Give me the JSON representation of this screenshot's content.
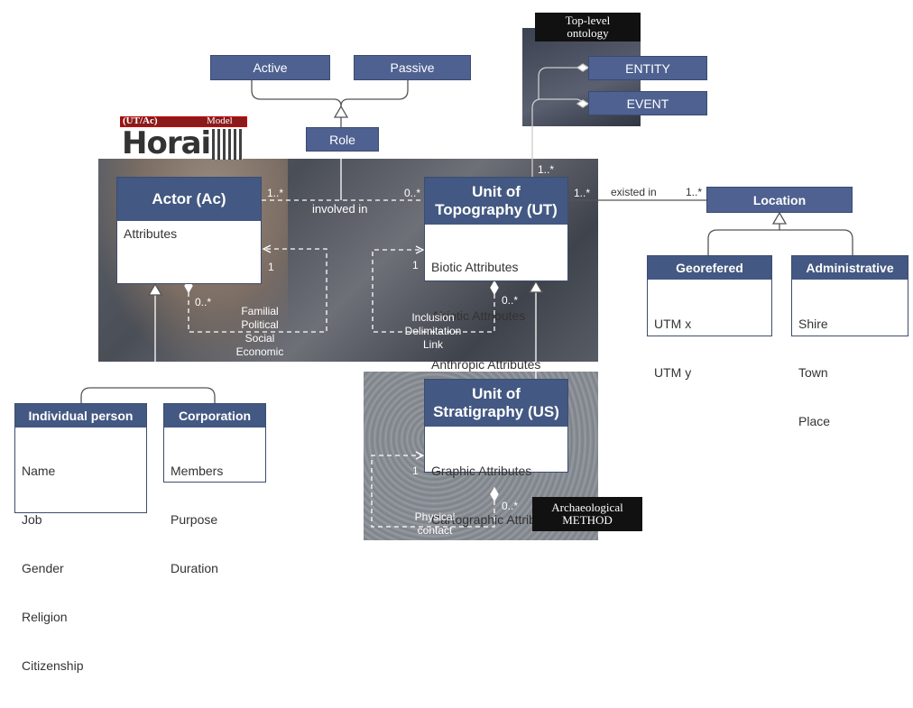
{
  "logo": {
    "tag": "(UT/Ac)",
    "tag2": "Model",
    "word": "Horai"
  },
  "top_level": {
    "line1": "Top-level",
    "line2": "ontology",
    "entity": "ENTITY",
    "event": "EVENT"
  },
  "archaeological": {
    "line1": "Archaeological",
    "line2": "METHOD"
  },
  "roles": {
    "active": "Active",
    "passive": "Passive",
    "role": "Role"
  },
  "actor": {
    "title": "Actor (Ac)",
    "body": "Attributes"
  },
  "ut": {
    "title_line1": "Unit of",
    "title_line2": "Topography (UT)",
    "attrs": [
      "Biotic Attributes",
      "Abiotic Attributes",
      "Anthropic Attributes"
    ]
  },
  "us": {
    "title_line1": "Unit of",
    "title_line2": "Stratigraphy (US)",
    "attrs": [
      "Graphic Attributes",
      "Cartographic Attrib."
    ]
  },
  "location": {
    "title": "Location"
  },
  "georefered": {
    "title": "Georefered",
    "attrs": [
      "UTM x",
      "UTM y"
    ]
  },
  "administrative": {
    "title": "Administrative",
    "attrs": [
      "Shire",
      "Town",
      "Place"
    ]
  },
  "individual": {
    "title": "Individual person",
    "attrs": [
      "Name",
      "Job",
      "Gender",
      "Religion",
      "Citizenship"
    ]
  },
  "corporation": {
    "title": "Corporation",
    "attrs": [
      "Members",
      "Purpose",
      "Duration"
    ]
  },
  "associations": {
    "involved_in": "involved in",
    "existed_in": "existed in",
    "actor_mult": "1..*",
    "ut_mult_left": "0..*",
    "ut_mult_right": "1..*",
    "loc_mult": "1..*",
    "ut_top_mult": "1..*",
    "actor_self_1": "1",
    "actor_self_0": "0..*",
    "ut_self_1": "1",
    "ut_self_0": "0..*",
    "us_self_1": "1",
    "us_self_0": "0..*"
  },
  "actor_relations": [
    "Familial",
    "Political",
    "Social",
    "Economic"
  ],
  "ut_relations": [
    "Inclusion",
    "Delimitation",
    "Link"
  ],
  "us_relations": [
    "Physical",
    "contact"
  ]
}
